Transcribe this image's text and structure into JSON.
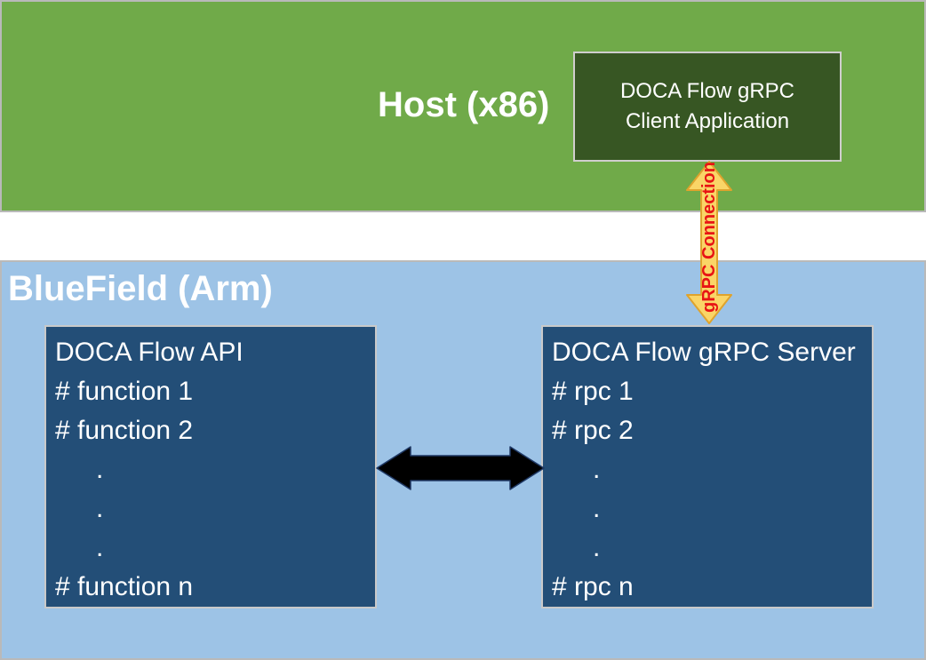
{
  "host_band": {
    "label": "Host (x86)"
  },
  "client_box": {
    "line1": "DOCA Flow gRPC",
    "line2": "Client Application"
  },
  "grpc_arrow": {
    "label": "gRPC Connection"
  },
  "bluefield_band": {
    "label": "BlueField (Arm)"
  },
  "api_box": {
    "title": "DOCA Flow API",
    "lines": [
      "# function 1",
      "# function 2",
      ".",
      ".",
      ".",
      "# function n"
    ]
  },
  "server_box": {
    "title": "DOCA Flow gRPC Server",
    "lines": [
      "# rpc 1",
      "# rpc 2",
      ".",
      ".",
      ".",
      "# rpc n"
    ]
  },
  "colors": {
    "host_green": "#70AA49",
    "client_box_dark_green": "#375623",
    "bluefield_light_blue": "#9DC3E6",
    "box_dark_blue": "#234E77",
    "arrow_yellow_fill": "#FAD567",
    "arrow_yellow_border": "#DFA32D",
    "grpc_label_red": "#E81414",
    "inter_box_arrow_black": "#000000"
  }
}
